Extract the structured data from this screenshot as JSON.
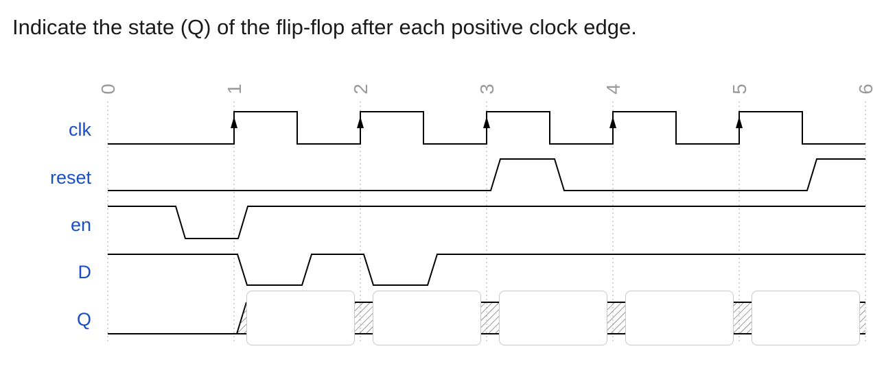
{
  "question": "Indicate the state (Q) of the flip-flop after each positive clock edge.",
  "time_labels": [
    "0",
    "1",
    "2",
    "3",
    "4",
    "5",
    "6"
  ],
  "signals": [
    {
      "name": "clk"
    },
    {
      "name": "reset"
    },
    {
      "name": "en"
    },
    {
      "name": "D"
    },
    {
      "name": "Q"
    }
  ],
  "colors": {
    "signal_label": "#1a4fc4",
    "trace": "#000000",
    "time_label": "#9a9a9a",
    "box_border": "#c8c8c8",
    "hatch": "#555555"
  },
  "answer_boxes": [
    {
      "edge": 1,
      "value": ""
    },
    {
      "edge": 2,
      "value": ""
    },
    {
      "edge": 3,
      "value": ""
    },
    {
      "edge": 4,
      "value": ""
    },
    {
      "edge": 5,
      "value": ""
    }
  ]
}
